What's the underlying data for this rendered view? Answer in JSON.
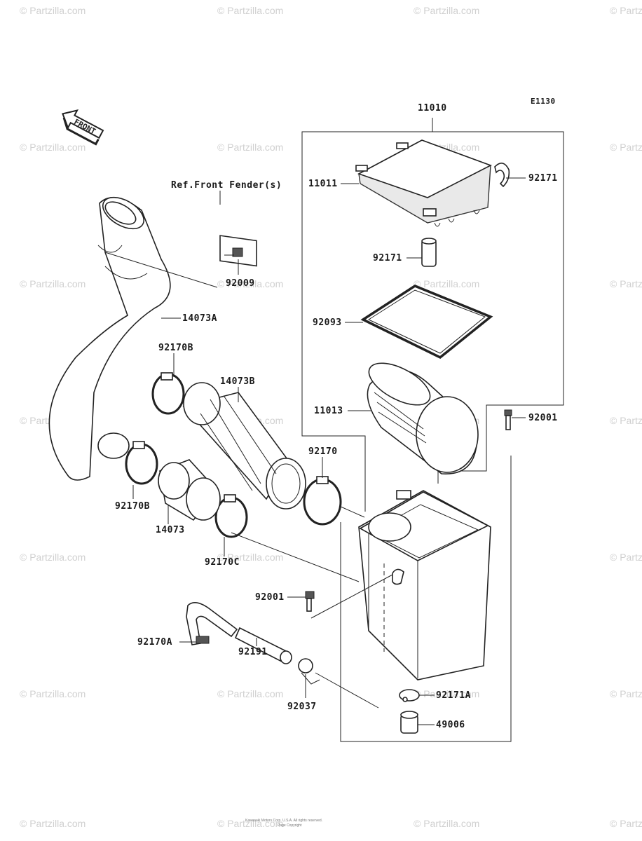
{
  "diagram_code": "E1130",
  "front_indicator": "FRONT",
  "watermark": "© Partzilla.com",
  "footer": {
    "line1": "Kawasaki Motors Corp. U.S.A. All rights reserved.",
    "line2": "Page Copyright"
  },
  "callouts": [
    {
      "id": "11010",
      "text": "11010"
    },
    {
      "id": "11011",
      "text": "11011"
    },
    {
      "id": "92171-top",
      "text": "92171"
    },
    {
      "id": "92171-mid",
      "text": "92171"
    },
    {
      "id": "92093",
      "text": "92093"
    },
    {
      "id": "11013",
      "text": "11013"
    },
    {
      "id": "92001-right",
      "text": "92001"
    },
    {
      "id": "ref-front-fender",
      "text": "Ref.Front Fender(s)"
    },
    {
      "id": "92009",
      "text": "92009"
    },
    {
      "id": "14073A",
      "text": "14073A"
    },
    {
      "id": "92170B-top",
      "text": "92170B"
    },
    {
      "id": "14073B",
      "text": "14073B"
    },
    {
      "id": "92170",
      "text": "92170"
    },
    {
      "id": "92170B-low",
      "text": "92170B"
    },
    {
      "id": "14073",
      "text": "14073"
    },
    {
      "id": "92170C",
      "text": "92170C"
    },
    {
      "id": "92001-mid",
      "text": "92001"
    },
    {
      "id": "92170A",
      "text": "92170A"
    },
    {
      "id": "92191",
      "text": "92191"
    },
    {
      "id": "92037",
      "text": "92037"
    },
    {
      "id": "92171A",
      "text": "92171A"
    },
    {
      "id": "49006",
      "text": "49006"
    }
  ]
}
